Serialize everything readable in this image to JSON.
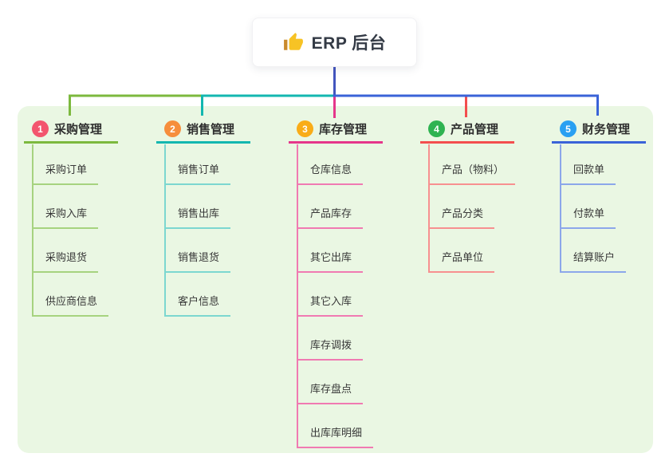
{
  "root": {
    "label": "ERP 后台",
    "icon": "thumbs-up-icon"
  },
  "branches": [
    {
      "index": "1",
      "title": "采购管理",
      "badge_color": "#f3556e",
      "line_color": "#7cb93e",
      "child_line_color": "#a6d37f",
      "children": [
        "采购订单",
        "采购入库",
        "采购退货",
        "供应商信息"
      ]
    },
    {
      "index": "2",
      "title": "销售管理",
      "badge_color": "#f68e3c",
      "line_color": "#13b7b0",
      "child_line_color": "#7cd7d0",
      "children": [
        "销售订单",
        "销售出库",
        "销售退货",
        "客户信息"
      ]
    },
    {
      "index": "3",
      "title": "库存管理",
      "badge_color": "#f9ac18",
      "line_color": "#e5368b",
      "child_line_color": "#f07ab2",
      "children": [
        "仓库信息",
        "产品库存",
        "其它出库",
        "其它入库",
        "库存调拨",
        "库存盘点",
        "出库库明细"
      ]
    },
    {
      "index": "4",
      "title": "产品管理",
      "badge_color": "#2fb351",
      "line_color": "#f34e4e",
      "child_line_color": "#f79090",
      "children": [
        "产品（物料）",
        "产品分类",
        "产品单位"
      ]
    },
    {
      "index": "5",
      "title": "财务管理",
      "badge_color": "#29a0f2",
      "line_color": "#3a63d8",
      "child_line_color": "#8ca7ea",
      "children": [
        "回款单",
        "付款单",
        "结算账户"
      ]
    }
  ],
  "colors": {
    "stem": "#4355be",
    "panel_bg": "#eaf7e3",
    "thumb_yellow": "#f7c325",
    "thumb_sleeve": "#c98a2c"
  }
}
